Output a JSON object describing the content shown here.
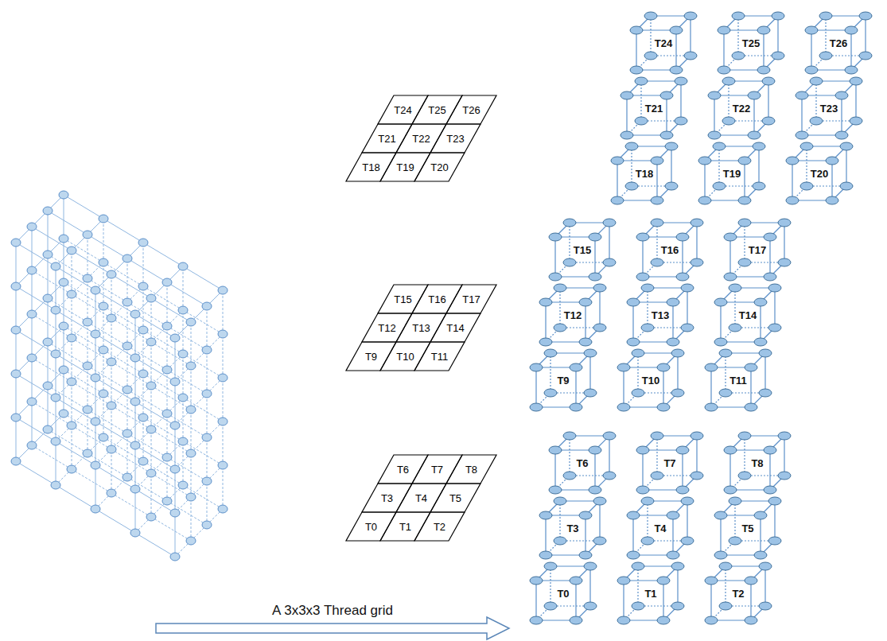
{
  "diagram": {
    "nodes": [
      {
        "text": [
          "T24"
        ]
      },
      {
        "text": [
          "T25"
        ]
      },
      {
        "text": [
          "T26"
        ]
      },
      {
        "text": [
          "T21"
        ]
      },
      {
        "text": [
          "T22"
        ]
      },
      {
        "text": [
          "T23"
        ]
      },
      {
        "text": [
          "T18"
        ]
      },
      {
        "text": [
          "T19"
        ]
      },
      {
        "text": [
          "T20"
        ]
      },
      {
        "text": [
          "T15"
        ]
      },
      {
        "text": [
          "T16"
        ]
      },
      {
        "text": [
          "T17"
        ]
      },
      {
        "text": [
          "T12"
        ]
      },
      {
        "text": [
          "T13"
        ]
      },
      {
        "text": [
          "T14"
        ]
      },
      {
        "text": [
          "T9"
        ]
      },
      {
        "text": [
          "T10"
        ]
      },
      {
        "text": [
          "T11"
        ]
      },
      {
        "text": [
          "T6"
        ]
      },
      {
        "text": [
          "T7"
        ]
      },
      {
        "text": [
          "T8"
        ]
      },
      {
        "text": [
          "T3"
        ]
      },
      {
        "text": [
          "T4"
        ]
      },
      {
        "text": [
          "T5"
        ]
      },
      {
        "text": [
          "T0"
        ]
      },
      {
        "text": [
          "T1"
        ]
      },
      {
        "text": [
          "T2"
        ]
      },
      {
        "text": [
          "T24"
        ]
      },
      {
        "text": [
          "T25"
        ]
      },
      {
        "text": [
          "T26"
        ]
      },
      {
        "text": [
          "T21"
        ]
      },
      {
        "text": [
          "T22"
        ]
      },
      {
        "text": [
          "T23"
        ]
      },
      {
        "text": [
          "T18"
        ]
      },
      {
        "text": [
          "T19"
        ]
      },
      {
        "text": [
          "T20"
        ]
      },
      {
        "text": [
          "T15"
        ]
      },
      {
        "text": [
          "T16"
        ]
      },
      {
        "text": [
          "T17"
        ]
      },
      {
        "text": [
          "T12"
        ]
      },
      {
        "text": [
          "T13"
        ]
      },
      {
        "text": [
          "T14"
        ]
      },
      {
        "text": [
          "T9"
        ]
      },
      {
        "text": [
          "T10"
        ]
      },
      {
        "text": [
          "T11"
        ]
      },
      {
        "text": [
          "T6"
        ]
      },
      {
        "text": [
          "T7"
        ]
      },
      {
        "text": [
          "T8"
        ]
      },
      {
        "text": [
          "T3"
        ]
      },
      {
        "text": [
          "T4"
        ]
      },
      {
        "text": [
          "T5"
        ]
      },
      {
        "text": [
          "T0"
        ]
      },
      {
        "text": [
          "T1"
        ]
      },
      {
        "text": [
          "T2"
        ]
      }
    ],
    "labels": [
      "A 3x3x3 Thread grid"
    ]
  }
}
